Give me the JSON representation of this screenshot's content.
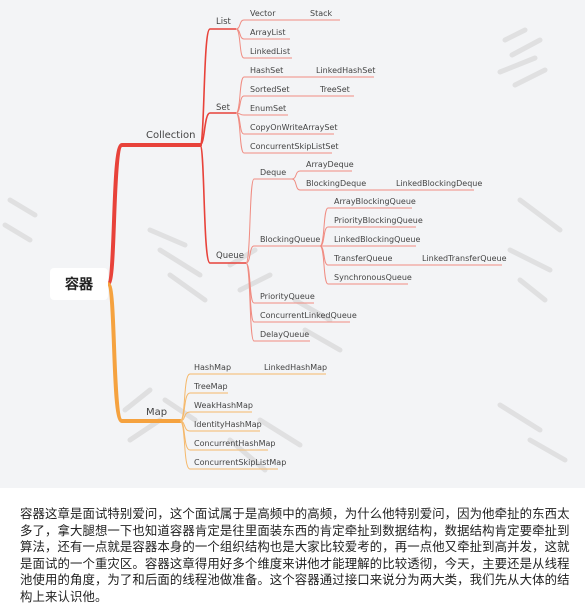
{
  "colors": {
    "background": "#f3f4f6",
    "branch_collection": "#e8423a",
    "branch_map": "#f5a23f",
    "node_line": "#f08c82",
    "map_node_line": "#f5b86a",
    "watermark": "#c9c9c9"
  },
  "root": {
    "label": "容器"
  },
  "nodes": {
    "collection": "Collection",
    "map": "Map",
    "list": "List",
    "set": "Set",
    "queue": "Queue",
    "vector": "Vector",
    "stack": "Stack",
    "arraylist": "ArrayList",
    "linkedlist": "LinkedList",
    "hashset": "HashSet",
    "linkedhashset": "LinkedHashSet",
    "sortedset": "SortedSet",
    "treeset": "TreeSet",
    "enumset": "EnumSet",
    "copyonwritearrayset": "CopyOnWriteArraySet",
    "concurrentskiplistset": "ConcurrentSkipListSet",
    "deque": "Deque",
    "arraydeque": "ArrayDeque",
    "blockingdeque": "BlockingDeque",
    "linkedblockingdeque": "LinkedBlockingDeque",
    "blockingqueue": "BlockingQueue",
    "arrayblockingqueue": "ArrayBlockingQueue",
    "priorityblockingqueue": "PriorityBlockingQueue",
    "linkedblockingqueue": "LinkedBlockingQueue",
    "transferqueue": "TransferQueue",
    "linkedtransferqueue": "LinkedTransferQueue",
    "synchronousqueue": "SynchronousQueue",
    "priorityqueue": "PriorityQueue",
    "concurrentlinkedqueue": "ConcurrentLinkedQueue",
    "delayqueue": "DelayQueue",
    "hashmap": "HashMap",
    "linkedhashmap": "LinkedHashMap",
    "treemap": "TreeMap",
    "weakhashmap": "WeakHashMap",
    "identityhashmap": "IdentityHashMap",
    "concurrenthashmap": "ConcurrentHashMap",
    "concurrentskiplistmap": "ConcurrentSkipListMap"
  },
  "description": "容器这章是面试特别爱问，这个面试属于是高频中的高频，为什么他特别爱问，因为他牵扯的东西太多了，拿大腿想一下也知道容器肯定是往里面装东西的肯定牵扯到数据结构，数据结构肯定要牵扯到算法，还有一点就是容器本身的一个组织结构也是大家比较爱考的，再一点他又牵扯到高并发，这就是面试的一个重灾区。容器这章得用好多个维度来讲他才能理解的比较透彻，今天，主要还是从线程池使用的角度，为了和后面的线程池做准备。这个容器通过接口来说分为两大类，我们先从大体的结构上来认识他。"
}
